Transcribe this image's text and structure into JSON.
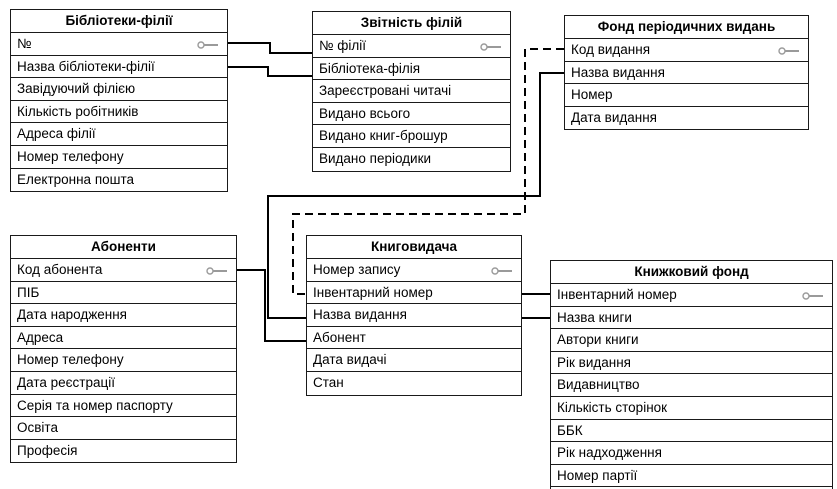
{
  "tables": {
    "branches": {
      "title": "Бібліотеки-філії",
      "fields": [
        "№",
        "Назва бібліотеки-філії",
        "Завідуючий філією",
        "Кількість робітників",
        "Адреса філії",
        "Номер телефону",
        "Електронна пошта"
      ]
    },
    "reports": {
      "title": "Звітність філій",
      "fields": [
        "№ філії",
        "Бібліотека-філія",
        "Зареєстровані читачі",
        "Видано всього",
        "Видано книг-брошур",
        "Видано періодики"
      ]
    },
    "periodicals": {
      "title": "Фонд періодичних видань",
      "fields": [
        "Код видання",
        "Назва видання",
        "Номер",
        "Дата видання"
      ]
    },
    "subscribers": {
      "title": "Абоненти",
      "fields": [
        "Код абонента",
        "ПІБ",
        "Дата народження",
        "Адреса",
        "Номер телефону",
        "Дата реєстрації",
        "Серія та номер паспорту",
        "Освіта",
        "Професія"
      ]
    },
    "lending": {
      "title": "Книговидача",
      "fields": [
        "Номер запису",
        "Інвентарний номер",
        "Назва видання",
        "Абонент",
        "Дата видачі",
        "Стан"
      ]
    },
    "books": {
      "title": "Книжковий фонд",
      "fields": [
        "Інвентарний номер",
        "Назва книги",
        "Автори книги",
        "Рік видання",
        "Видавництво",
        "Кількість сторінок",
        "ББК",
        "Рік надходження",
        "Номер партії"
      ]
    }
  },
  "icons": {
    "primary_key": "key-icon"
  },
  "colors": {
    "border": "#1a1a1a",
    "key": "#9a9a9a"
  }
}
